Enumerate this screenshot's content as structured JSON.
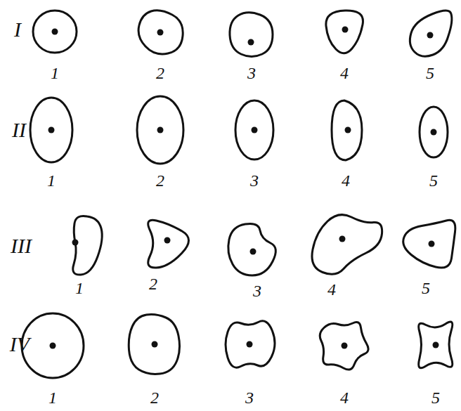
{
  "diagram": {
    "labels": [
      "I",
      "1",
      "2",
      "3",
      "4",
      "5",
      "II",
      "1",
      "2",
      "3",
      "4",
      "5",
      "III",
      "1",
      "2",
      "3",
      "4",
      "5",
      "IV",
      "1",
      "2",
      "3",
      "4",
      "5"
    ]
  }
}
